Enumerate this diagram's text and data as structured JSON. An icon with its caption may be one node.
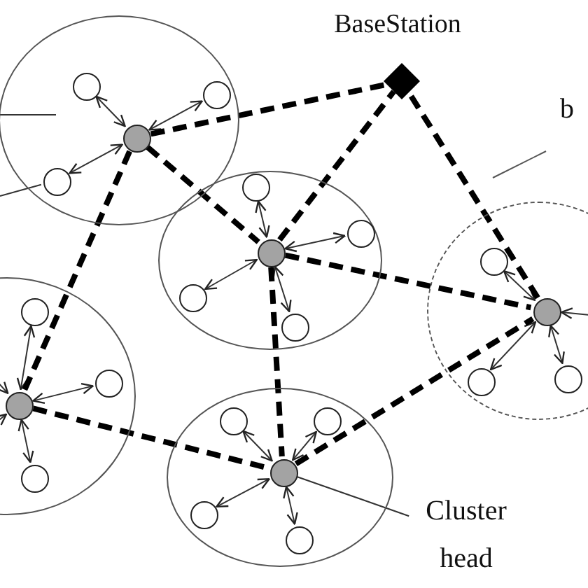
{
  "diagram": {
    "nodes": [
      {
        "text": [
          "BaseStation"
        ]
      },
      {
        "text": [],
        "shape": "circle"
      },
      {
        "text": [],
        "shape": "circle",
        "in": 1
      },
      {
        "text": [],
        "shape": "circle",
        "in": 1
      },
      {
        "text": [],
        "shape": "circle",
        "in": 1
      },
      {
        "text": [],
        "shape": "circle",
        "in": 1
      },
      {
        "text": [],
        "shape": "circle"
      },
      {
        "text": [],
        "shape": "circle",
        "in": 6
      },
      {
        "text": [],
        "shape": "circle",
        "in": 6
      },
      {
        "text": [],
        "shape": "circle",
        "in": 6
      },
      {
        "text": [],
        "shape": "circle",
        "in": 6
      },
      {
        "text": [],
        "shape": "circle",
        "in": 6
      },
      {
        "text": [],
        "shape": "circle"
      },
      {
        "text": [],
        "shape": "circle",
        "in": 12
      },
      {
        "text": [],
        "shape": "circle",
        "in": 12
      },
      {
        "text": [],
        "shape": "circle",
        "in": 12
      },
      {
        "text": [],
        "shape": "circle",
        "in": 12
      },
      {
        "text": [],
        "shape": "circle"
      },
      {
        "text": [],
        "shape": "circle",
        "in": 17
      },
      {
        "text": [],
        "shape": "circle",
        "in": 17
      },
      {
        "text": [],
        "shape": "circle",
        "in": 17
      },
      {
        "text": [],
        "shape": "circle",
        "in": 17
      },
      {
        "text": [],
        "shape": "circle"
      },
      {
        "text": [],
        "shape": "circle",
        "in": 22
      },
      {
        "text": [],
        "shape": "circle",
        "in": 22
      },
      {
        "text": [],
        "shape": "circle",
        "in": 22
      },
      {
        "text": [],
        "shape": "circle",
        "in": 22
      },
      {
        "text": [],
        "shape": "circle",
        "in": 22
      },
      {
        "text": [
          "Cluster head"
        ]
      }
    ],
    "edges": [
      {
        "from": 2,
        "to": 3,
        "arrow": "both"
      },
      {
        "from": 2,
        "to": 4,
        "arrow": "both"
      },
      {
        "from": 2,
        "to": 5,
        "arrow": "both"
      },
      {
        "from": 7,
        "to": 8,
        "arrow": "both"
      },
      {
        "from": 7,
        "to": 9,
        "arrow": "both"
      },
      {
        "from": 7,
        "to": 10,
        "arrow": "both"
      },
      {
        "from": 7,
        "to": 11,
        "arrow": "both"
      },
      {
        "from": 13,
        "to": 14,
        "arrow": "both"
      },
      {
        "from": 13,
        "to": 15,
        "arrow": "both"
      },
      {
        "from": 13,
        "to": 16,
        "arrow": "both"
      },
      {
        "from": 18,
        "to": 19,
        "arrow": "both"
      },
      {
        "from": 18,
        "to": 20,
        "arrow": "both"
      },
      {
        "from": 18,
        "to": 21,
        "arrow": "both"
      },
      {
        "from": 23,
        "to": 24,
        "arrow": "both"
      },
      {
        "from": 23,
        "to": 25,
        "arrow": "both"
      },
      {
        "from": 23,
        "to": 26,
        "arrow": "both"
      },
      {
        "from": 23,
        "to": 27,
        "arrow": "both"
      },
      {
        "from": null,
        "to": 13,
        "arrow": "to"
      },
      {
        "from": null,
        "to": 13,
        "arrow": "to"
      },
      {
        "from": null,
        "to": 18,
        "arrow": "to"
      },
      {
        "from": 2,
        "to": 0,
        "arrow": "none",
        "style": "dashed"
      },
      {
        "from": 7,
        "to": 0,
        "arrow": "none",
        "style": "dashed"
      },
      {
        "from": 18,
        "to": 0,
        "arrow": "none",
        "style": "dashed"
      },
      {
        "from": 2,
        "to": 7,
        "arrow": "none",
        "style": "dashed"
      },
      {
        "from": 2,
        "to": 13,
        "arrow": "none",
        "style": "dashed"
      },
      {
        "from": 7,
        "to": 18,
        "arrow": "none",
        "style": "dashed"
      },
      {
        "from": 7,
        "to": 23,
        "arrow": "none",
        "style": "dashed"
      },
      {
        "from": 13,
        "to": 23,
        "arrow": "none",
        "style": "dashed"
      },
      {
        "from": 23,
        "to": 18,
        "arrow": "none",
        "style": "dashed"
      },
      {
        "from": 28,
        "to": 23,
        "arrow": "none"
      },
      {
        "from": null,
        "to": 1,
        "arrow": "none"
      },
      {
        "from": null,
        "to": 5,
        "arrow": "none"
      }
    ],
    "labels": [
      "b"
    ]
  }
}
